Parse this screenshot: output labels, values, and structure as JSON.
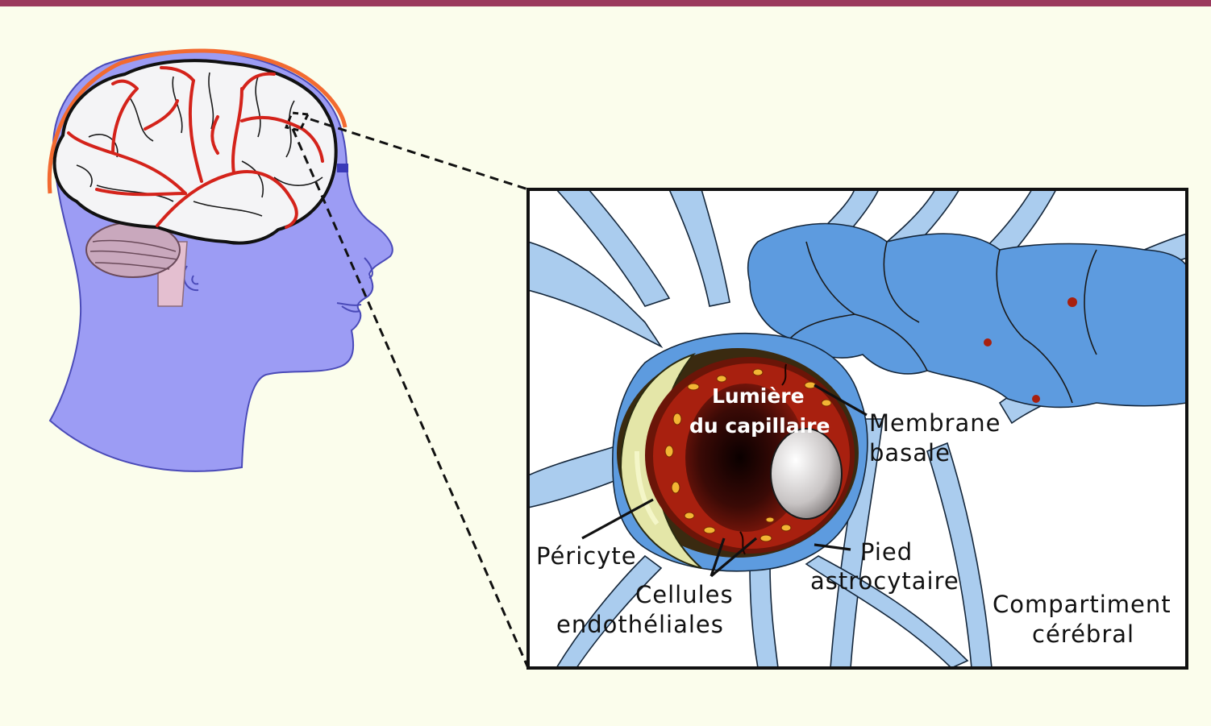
{
  "labels": {
    "lumen_line1": "Lumière",
    "lumen_line2": "du capillaire",
    "membrane_line1": "Membrane",
    "membrane_line2": "basale",
    "pericyte": "Péricyte",
    "cells_line1": "Cellules",
    "cells_line2": "endothéliales",
    "foot_line1": "Pied",
    "foot_line2": "astrocytaire",
    "compartment_line1": "Compartiment",
    "compartment_line2": "cérébral"
  },
  "colors": {
    "background": "#fbfdec",
    "top_bar": "#9b3a5d",
    "head": "#9c9cf4",
    "brain": "#f4f4f6",
    "vessels": "#d4231b",
    "astrocyte": "#5d9bdf",
    "capillary_wall": "#a8200f",
    "pericyte": "#e4e6a8"
  }
}
